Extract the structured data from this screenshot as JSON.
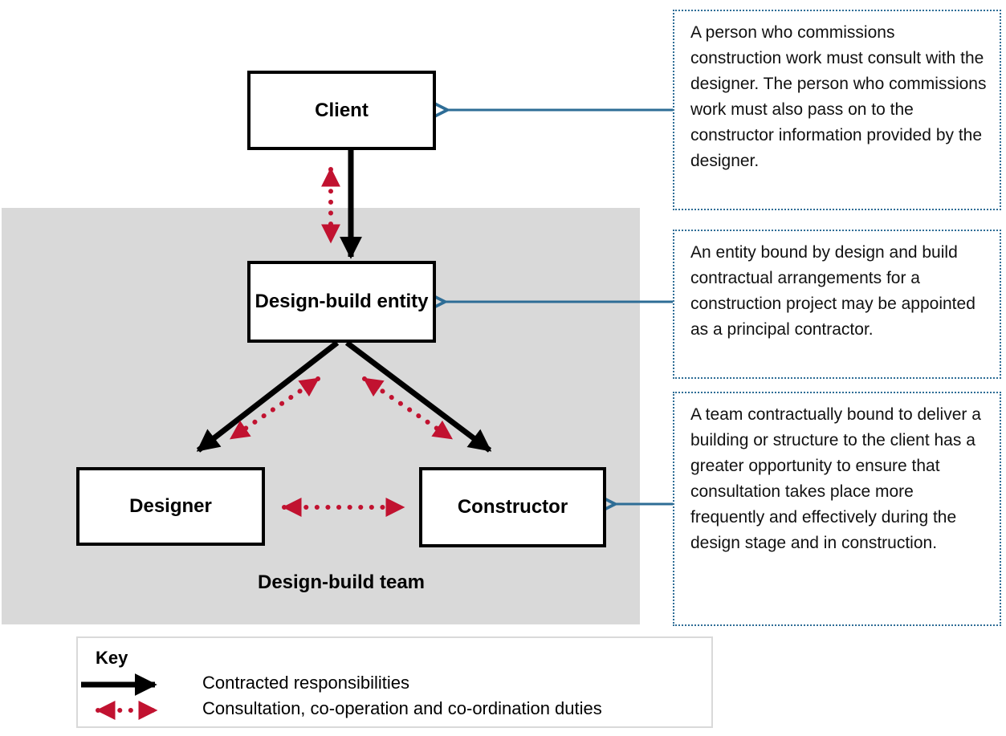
{
  "diagram": {
    "nodes": {
      "client": "Client",
      "entity": "Design-build entity",
      "designer": "Designer",
      "constructor": "Constructor"
    },
    "team_label": "Design-build team",
    "annotations": [
      {
        "target": "client",
        "text": "A person who commissions construction work must consult with the designer. The person who commissions work must also pass on to the constructor information provided by the designer."
      },
      {
        "target": "design-build-entity",
        "text": "An entity bound by design and build contractual arrangements for a construction project may be appointed as a principal contractor."
      },
      {
        "target": "constructor",
        "text": "A team contractually bound to deliver a building or structure to the client has a greater opportunity to ensure that consultation takes place more frequently and effectively during the design stage and in construction."
      }
    ],
    "key": {
      "title": "Key",
      "items": [
        {
          "arrow": "solid-black-single",
          "label": "Contracted responsibilities"
        },
        {
          "arrow": "dotted-red-double",
          "label": "Consultation, co-operation and co-ordination duties"
        }
      ]
    },
    "colors": {
      "contract_arrow": "#000000",
      "consultation_arrow": "#c11230",
      "callout_blue": "#2e6d96",
      "team_background": "#d9d9d9"
    }
  }
}
